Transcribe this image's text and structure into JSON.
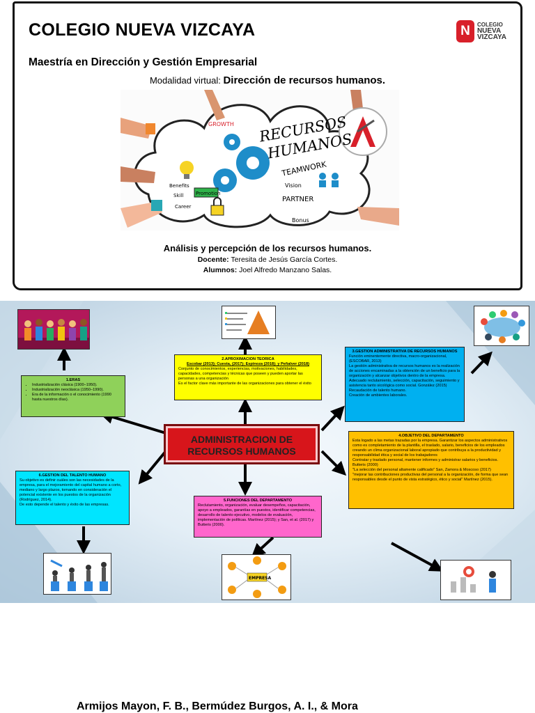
{
  "cover": {
    "school_title": "COLEGIO NUEVA VIZCAYA",
    "program": "Maestría en Dirección y Gestión Empresarial",
    "modality_label": "Modalidad virtual:",
    "modality_course": "Dirección de recursos humanos.",
    "logo": {
      "mark": "N",
      "line1": "COLEGIO",
      "line2": "NUEVA",
      "line3": "VIZCAYA"
    },
    "hero": {
      "title_line1": "RECURSOS",
      "title_line2": "HUMANOS",
      "words": [
        "GROWTH",
        "Benefits",
        "Skill",
        "Promotion",
        "Career",
        "TEAMWORK",
        "Vision",
        "PARTNER",
        "Bonus"
      ]
    },
    "work_title": "Análisis y percepción de los recursos humanos.",
    "teacher_label": "Docente:",
    "teacher": "Teresita de Jesús García Cortes.",
    "students_label": "Alumnos:",
    "students": "Joel Alfredo Manzano Salas."
  },
  "map": {
    "central": "ADMINISTRACION DE RECURSOS HUMANOS",
    "eras": {
      "title": "1.ERAS",
      "items": [
        "Industrialización clásica (1900–1950).",
        "Industrialización neoclásica (1950–1990).",
        "Era de la información o el conocimiento (1990 hasta nuestros días)."
      ]
    },
    "aproximacion": {
      "title": "2.APROXIMACION TEORICA",
      "authors": "Escobar (2013); Cuesta, (2017); Espinoza (2018); y Peñalver (2018)",
      "body": "Conjunto de conocimientos, experiencias, motivaciones, habilidades, capacidades, competencias y técnicas que poseen y pueden aportar las personas a una organización\nEs el factor clave más importante de las organizaciones para obtener el éxito"
    },
    "gestion_admin": {
      "title": "3.GESTION ADMINISTRATIVA DE RECURSOS HUMANOS",
      "body": "Función eminentemente directiva, macro-organizacional, (ESCOBAR, 2013)\nLa gestión administrativa de recursos humanos es la realización de acciones encaminadas a la obtención de un beneficio para la organización y alcanzar objetivos dentro de la empresa.\nAdecuado reclutamiento, selección, capacitación, seguimiento y asistencia tanto sicológica como social. González (2015)\nRecaudación de talento humano.\nCreación de ambientes laborales."
    },
    "objetivo": {
      "title": "4.OBJETIVO DEL DEPARTAMENTO",
      "body": "Esta logado a las metas trazadas por la empresa. Garantizar los aspectos administrativos como es completamiento de la plantilla, el traslado, salario, beneficios de los empleados creando un clima organizacional laboral apropiado que contribuya a la productividad y responsabilidad ética y social de los trabajadores\nContratar y traslado personal, mantener informes y administrar salarios y beneficios. Butteris (2000)\n\"La selección del personal altamente calificado\" San, Zamora & Moscoso (2017)\n\"mejorar las contribuciones productivas del personal a la organización, de forma que sean responsables desde el punto de vista estratégico, ético y social\" Martínez (2015)."
    },
    "funciones": {
      "title": "5.FUNCIONES DEL DEPARTAMENTO",
      "body": "Reclutamiento, organización, evaluar desempeños, capacitación, apoyo a empleados, garantías en puestos, identificar competencias, desarrollo de talento ejecutivo, modelos de evaluación, implementación de políticas. Martínez (2015); y San, et al. (2017) y Butteris (2000)."
    },
    "talento": {
      "title": "6.GESTION DEL TALENTO HUMANO",
      "body": "Su objetivo es definir cuáles son las necesidades de la empresa, para el mejoramiento del capital humano a corto, mediano y largo plazos, tomando en consideración el potencial existente en los puestos de la organización (Rodríguez, 2014).\nDe esto depende el talento y éxito de las empresas."
    },
    "diagram_label": "EMPRESA"
  },
  "footer": {
    "authors": "Armijos Mayon, F. B., Bermúdez Burgos, A. I., & Mora"
  },
  "colors": {
    "central": "#d7151b",
    "eras": "#8fd15a",
    "aproximacion": "#ffff00",
    "gestion_admin": "#00b0f0",
    "objetivo": "#ffc000",
    "funciones": "#ff66cc",
    "talento": "#00e5ff"
  }
}
